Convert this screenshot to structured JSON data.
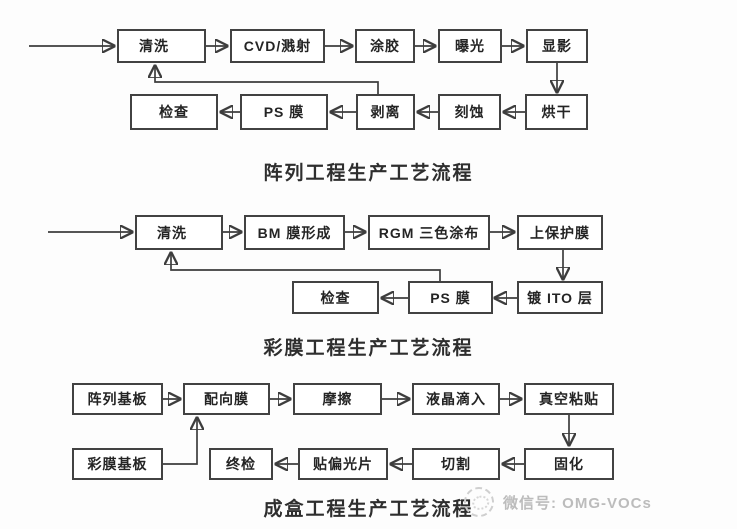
{
  "charts": [
    {
      "title": "阵列工程生产工艺流程",
      "nodes": [
        {
          "id": "qingxi",
          "label": "清洗"
        },
        {
          "id": "cvd",
          "label": "CVD/溅射"
        },
        {
          "id": "tujiao",
          "label": "涂胶"
        },
        {
          "id": "baoguang",
          "label": "曝光"
        },
        {
          "id": "xianying",
          "label": "显影"
        },
        {
          "id": "honggan",
          "label": "烘干"
        },
        {
          "id": "keshi",
          "label": "刻蚀"
        },
        {
          "id": "boli",
          "label": "剥离"
        },
        {
          "id": "psmo",
          "label": "PS 膜"
        },
        {
          "id": "jiancha",
          "label": "检查"
        }
      ],
      "edges": [
        "入口 → 清洗",
        "清洗 → CVD/溅射",
        "CVD/溅射 → 涂胶",
        "涂胶 → 曝光",
        "曝光 → 显影",
        "显影 → 烘干",
        "烘干 → 刻蚀",
        "刻蚀 → 剥离",
        "剥离 → PS 膜",
        "PS 膜 → 检查",
        "剥离 → 清洗"
      ]
    },
    {
      "title": "彩膜工程生产工艺流程",
      "nodes": [
        {
          "id": "qingxi",
          "label": "清洗"
        },
        {
          "id": "bmmo",
          "label": "BM 膜形成"
        },
        {
          "id": "rgm",
          "label": "RGM 三色涂布"
        },
        {
          "id": "baohumo",
          "label": "上保护膜"
        },
        {
          "id": "duito",
          "label": "镀 ITO 层"
        },
        {
          "id": "psmo",
          "label": "PS 膜"
        },
        {
          "id": "jiancha",
          "label": "检查"
        }
      ],
      "edges": [
        "入口 → 清洗",
        "清洗 → BM 膜形成",
        "BM 膜形成 → RGM 三色涂布",
        "RGM 三色涂布 → 上保护膜",
        "上保护膜 → 镀 ITO 层",
        "镀 ITO 层 → PS 膜",
        "PS 膜 → 检查",
        "PS 膜 → 清洗"
      ]
    },
    {
      "title": "成盒工程生产工艺流程",
      "nodes": [
        {
          "id": "zhenliejiban",
          "label": "阵列基板"
        },
        {
          "id": "caimojiban",
          "label": "彩膜基板"
        },
        {
          "id": "peixiangmo",
          "label": "配向膜"
        },
        {
          "id": "moca",
          "label": "摩擦"
        },
        {
          "id": "yejingdiru",
          "label": "液晶滴入"
        },
        {
          "id": "zhenkongzhantie",
          "label": "真空粘贴"
        },
        {
          "id": "guhua",
          "label": "固化"
        },
        {
          "id": "qiege",
          "label": "切割"
        },
        {
          "id": "tiepianguangpian",
          "label": "贴偏光片"
        },
        {
          "id": "zhongjian",
          "label": "终检"
        }
      ],
      "edges": [
        "阵列基板 → 配向膜",
        "彩膜基板 → 配向膜",
        "配向膜 → 摩擦",
        "摩擦 → 液晶滴入",
        "液晶滴入 → 真空粘贴",
        "真空粘贴 → 固化",
        "固化 → 切割",
        "切割 → 贴偏光片",
        "贴偏光片 → 终检"
      ]
    }
  ],
  "watermark": {
    "icon": "wechat-stamp",
    "text": "微信号: OMG-VOCs"
  },
  "colors": {
    "line": "#3d3d3d",
    "box_border": "#424242",
    "box_fill": "#ffffff",
    "text": "#242424",
    "title": "#2e2e2e",
    "watermark": "#bcbcbc",
    "background": "#fdfdfd"
  }
}
